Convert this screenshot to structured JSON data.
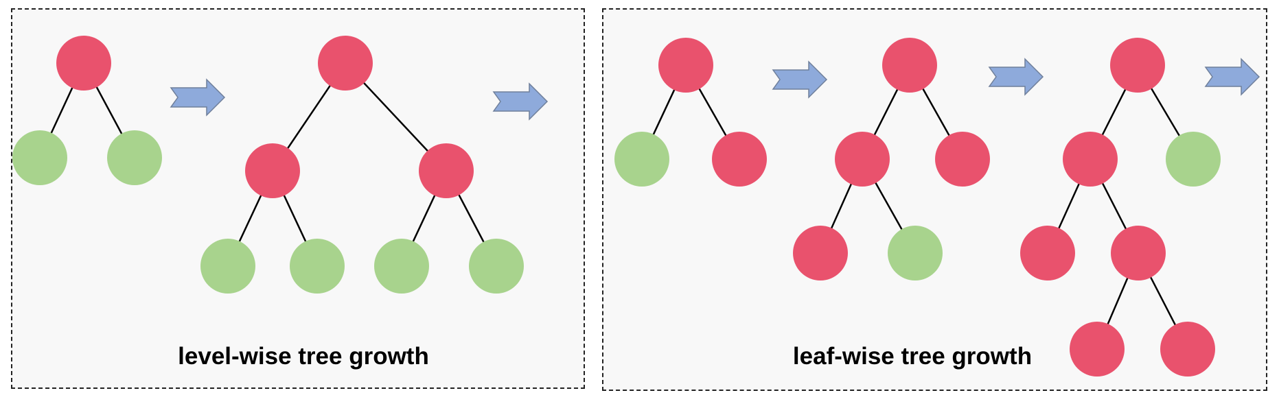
{
  "colors": {
    "split_node": "#e9526d",
    "leaf_node": "#a8d38d",
    "arrow_fill": "#8eaadb",
    "arrow_stroke": "#6f7f9a",
    "edge": "#000000",
    "panel_bg": "#f8f8f8",
    "panel_border": "#222222"
  },
  "panels": [
    {
      "caption": "level-wise tree growth",
      "trees": [
        {
          "nodes": [
            "split",
            "leaf",
            "leaf"
          ]
        },
        {
          "nodes": [
            "split",
            "split",
            "split",
            "leaf",
            "leaf",
            "leaf",
            "leaf"
          ]
        }
      ]
    },
    {
      "caption": "leaf-wise tree growth",
      "trees": [
        {
          "nodes": [
            "split",
            "leaf",
            "split"
          ]
        },
        {
          "nodes": [
            "split",
            "split",
            "split",
            "split",
            "leaf"
          ]
        },
        {
          "nodes": [
            "split",
            "split",
            "leaf",
            "split",
            "split",
            "split",
            "split"
          ]
        }
      ]
    }
  ]
}
